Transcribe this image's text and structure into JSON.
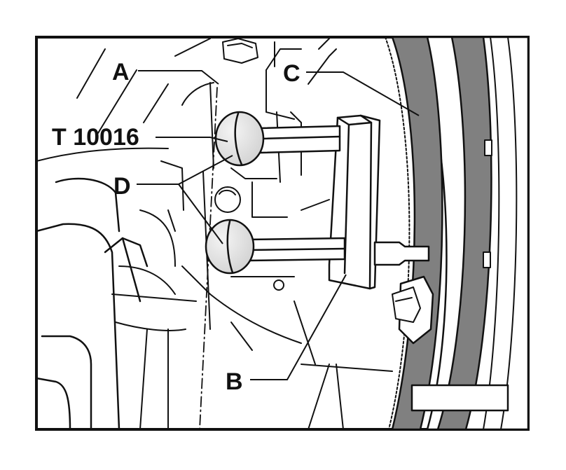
{
  "diagram": {
    "labels": {
      "a": "A",
      "b": "B",
      "c": "C",
      "d": "D",
      "tool": "T 10016"
    },
    "ref_box_text": "",
    "colors": {
      "line": "#111111",
      "belt": "#808080",
      "background": "#ffffff",
      "ball_highlight": "#e8e8e8"
    }
  }
}
